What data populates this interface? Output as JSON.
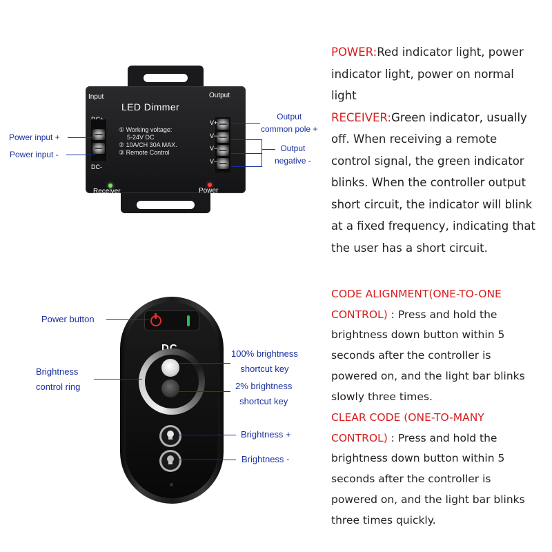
{
  "device": {
    "input_label": "Input",
    "output_label": "Output",
    "title": "LED Dimmer",
    "dc_plus": "DC+",
    "dc_minus": "DC-",
    "specs": [
      "① Working voltage:",
      "5-24V DC",
      "② 10A/CH 30A MAX.",
      "③ Remote Control"
    ],
    "v_labels": [
      "V+",
      "V−",
      "V−",
      "V−"
    ],
    "receiver_label": "Receiver",
    "power_label": "Power",
    "colors": {
      "green_led": "#7be06a",
      "red_led": "#ff3b3b"
    }
  },
  "device_callouts": {
    "power_input_plus": "Power input +",
    "power_input_minus": "Power input -",
    "output_common_1": "Output",
    "output_common_2": "common pole +",
    "output_negative_1": "Output",
    "output_negative_2": "negative -"
  },
  "remote": {
    "dc_label": "DC",
    "callouts": {
      "power_button": "Power button",
      "ring_1": "Brightness",
      "ring_2": "control ring",
      "key100_1": "100% brightness",
      "key100_2": "shortcut key",
      "key2_1": "2% brightness",
      "key2_2": "shortcut key",
      "bright_up": "Brightness +",
      "bright_down": "Brightness -"
    }
  },
  "description": {
    "power_heading": "POWER:",
    "power_text": "Red indicator light, power indicator light, power on normal light",
    "receiver_heading": "RECEIVER:",
    "receiver_text": "Green indicator, usually off. When receiving a remote control signal, the green indicator blinks. When the controller output short circuit, the indicator will blink at a fixed frequency, indicating that the user has a short circuit.",
    "code_alignment_heading": "CODE ALIGNMENT(ONE-TO-ONE CONTROL)",
    "code_alignment_text": " : Press and hold the brightness down button within 5 seconds after the controller is powered on, and the light bar blinks slowly three times.",
    "clear_code_heading": "CLEAR CODE (ONE-TO-MANY CONTROL)",
    "clear_code_text": " : Press and hold the brightness down button within 5 seconds after the controller is powered on, and the light bar blinks three times quickly.",
    "colors": {
      "heading_red": "#d81e1e",
      "callout_blue": "#1a2fa0"
    }
  }
}
